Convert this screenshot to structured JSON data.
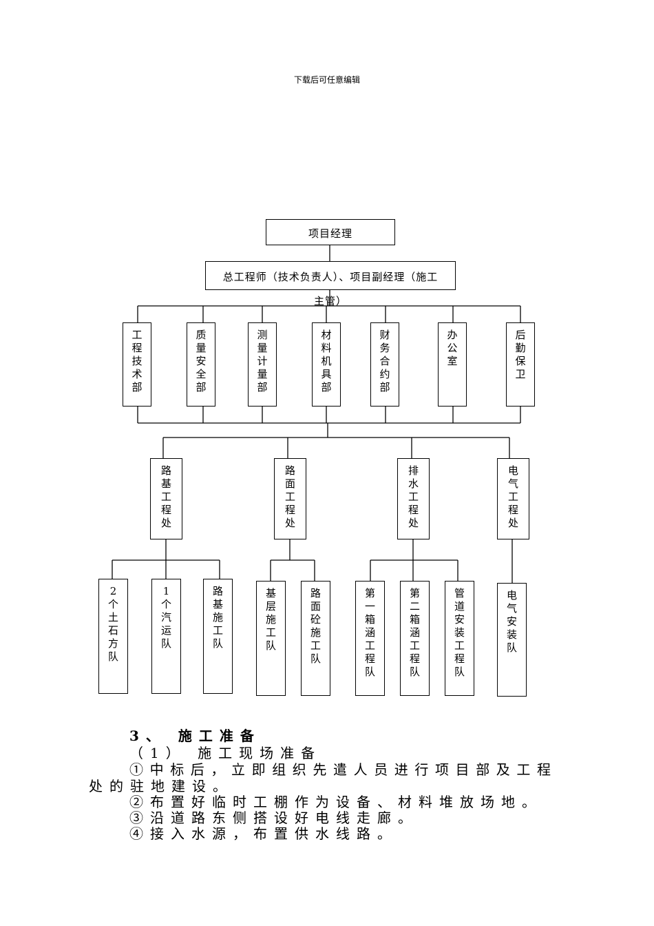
{
  "header_note": "下载后可任意编辑",
  "org_chart": {
    "top": "项目经理",
    "second_line1": "总工程师（技术负责人）、项目副经理（施工",
    "second_line2": "主管）",
    "departments": [
      "工程技术部",
      "质量安全部",
      "测量计量部",
      "材料机具部",
      "财务合约部",
      "办公室",
      "后勤保卫"
    ],
    "divisions": [
      "路基工程处",
      "路面工程处",
      "排水工程处",
      "电气工程处"
    ],
    "teams": {
      "roadbed_1": "2个土石方队",
      "roadbed_2": "1个汽运队",
      "roadbed_3": "路基施工队",
      "pavement_1": "基层施工队",
      "pavement_2": "路面砼施工队",
      "drain_1": "第一箱涵工程队",
      "drain_2": "第二箱涵工程队",
      "drain_3": "管道安装工程队",
      "electric_1": "电气安装队"
    }
  },
  "section": {
    "heading": "3、 施工准备",
    "subheading": "（1） 施工现场准备",
    "item1_line1": "①中标后，立即组织先遣人员进行项目部及工程",
    "item1_line2": "处的驻地建设。",
    "item2": "②布置好临时工棚作为设备、材料堆放场地。",
    "item3": "③沿道路东侧搭设好电线走廊。",
    "item4": "④接入水源，布置供水线路。"
  }
}
